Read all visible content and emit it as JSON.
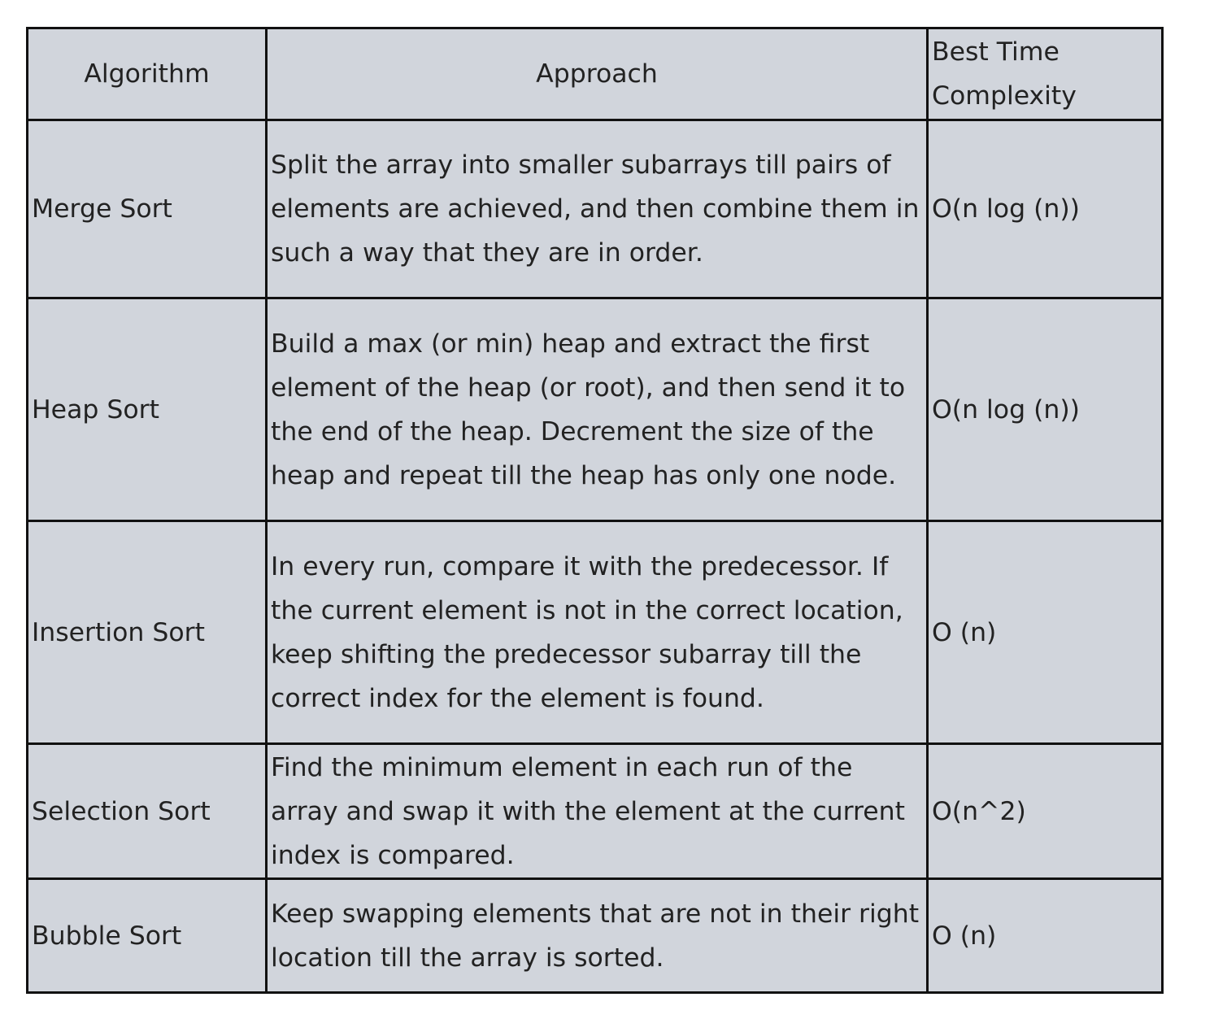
{
  "table": {
    "headers": {
      "algorithm": "Algorithm",
      "approach": "Approach",
      "complexity": "Best Time Complexity"
    },
    "rows": [
      {
        "algorithm": "Merge Sort",
        "approach": "Split the array into smaller subarrays till pairs of elements are achieved, and then combine them in such a way that they are in order.",
        "complexity": "O(n log (n))"
      },
      {
        "algorithm": "Heap Sort",
        "approach": "Build a max (or min) heap and extract the first element of the heap (or root), and then send it to the end of the heap. Decrement the size of the heap and repeat till the heap has only one node.",
        "complexity": "O(n log (n))"
      },
      {
        "algorithm": "Insertion Sort",
        "approach": "In every run, compare it with the predecessor. If the current element is not in the correct location, keep shifting the predecessor subarray till the correct index for the element is found.",
        "complexity": "O (n)"
      },
      {
        "algorithm": "Selection Sort",
        "approach": "Find the minimum element in each run of the array and swap it with the element at the current index is compared.",
        "complexity": "O(n^2)"
      },
      {
        "algorithm": "Bubble Sort",
        "approach": "Keep swapping elements that are not in their right location till the array is sorted.",
        "complexity": "O (n)"
      }
    ]
  }
}
